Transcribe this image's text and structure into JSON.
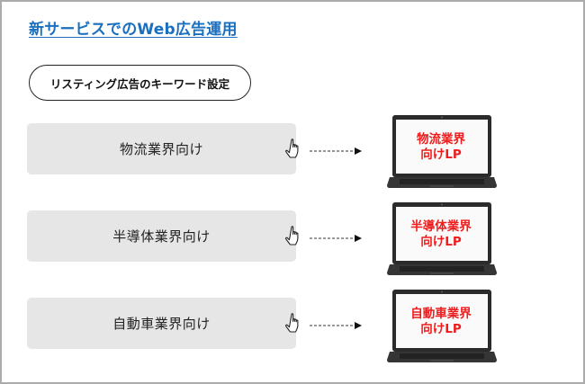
{
  "title": "新サービスでのWeb広告運用",
  "section_label": "リスティング広告のキーワード設定",
  "colors": {
    "title": "#1b6fbf",
    "lp_text": "#ee1c1c",
    "keyword_box": "#e6e6e6",
    "laptop": "#2b2b2b"
  },
  "rows": [
    {
      "keyword": "物流業界向け",
      "lp_line1": "物流業界",
      "lp_line2": "向けLP",
      "icon": "hand-pointer-icon"
    },
    {
      "keyword": "半導体業界向け",
      "lp_line1": "半導体業界",
      "lp_line2": "向けLP",
      "icon": "hand-pointer-icon"
    },
    {
      "keyword": "自動車業界向け",
      "lp_line1": "自動車業界",
      "lp_line2": "向けLP",
      "icon": "hand-pointer-icon"
    }
  ]
}
